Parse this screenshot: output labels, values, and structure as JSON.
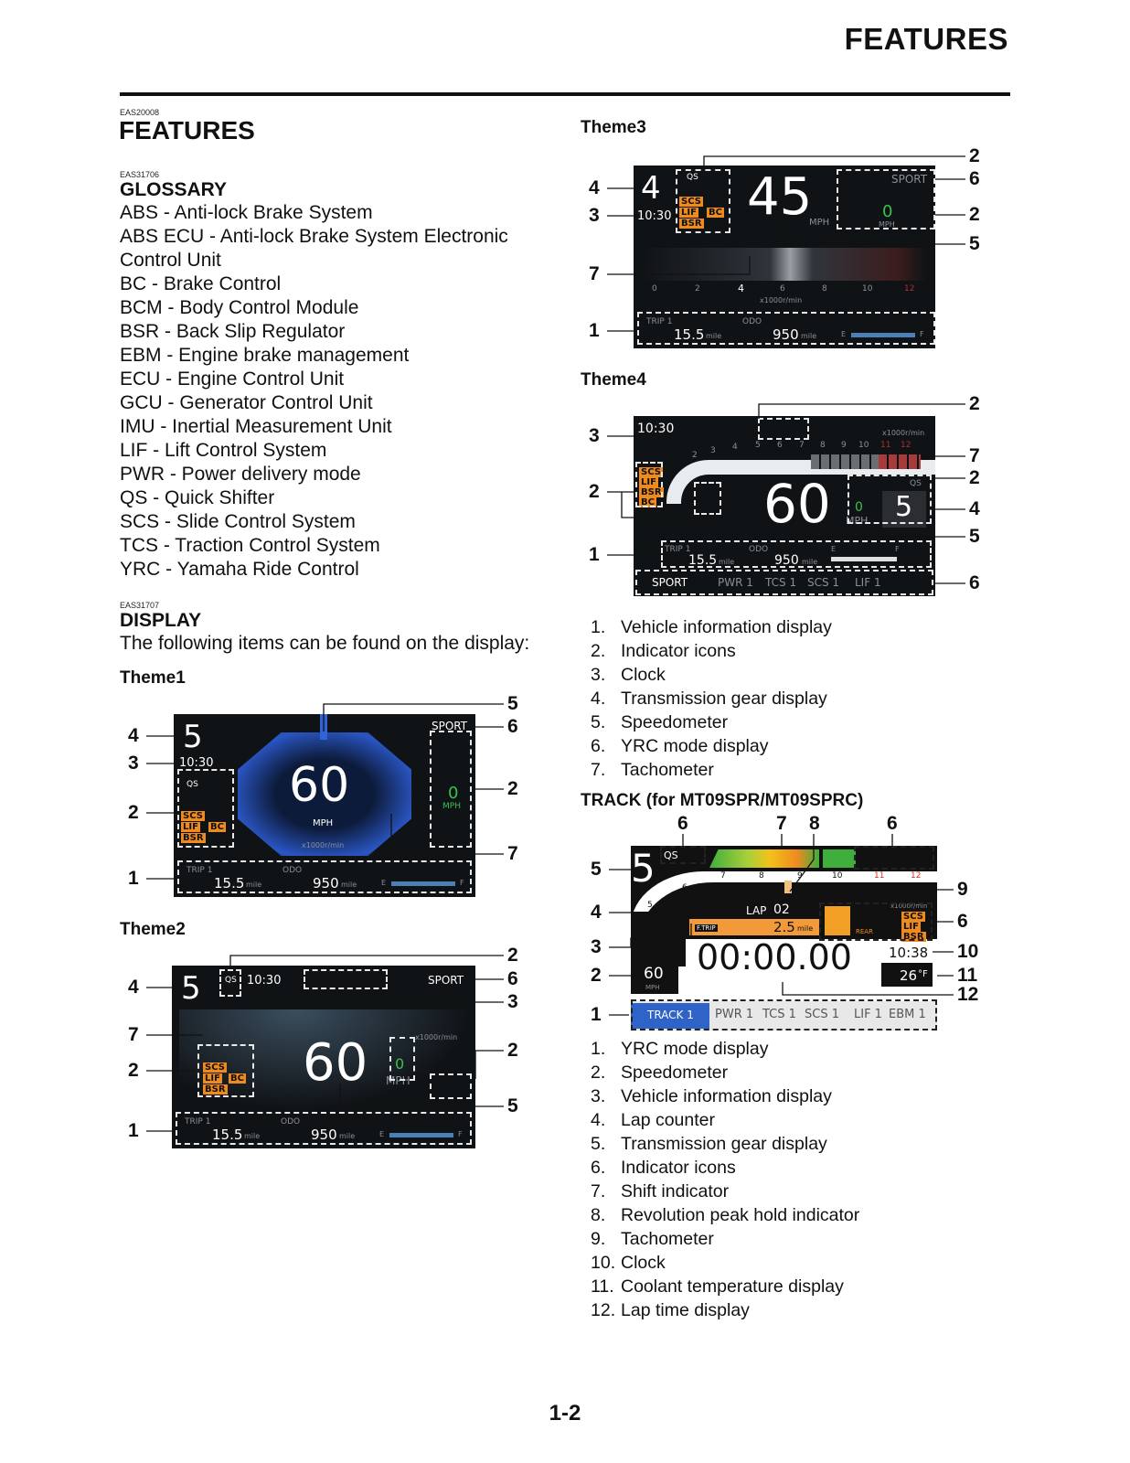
{
  "header": {
    "title": "FEATURES"
  },
  "section": {
    "code": "EAS20008",
    "title": "FEATURES"
  },
  "glossary": {
    "code": "EAS31706",
    "title": "GLOSSARY",
    "items": [
      "ABS - Anti-lock Brake System",
      "ABS ECU - Anti-lock Brake System Electronic",
      "Control Unit",
      "BC - Brake Control",
      "BCM - Body Control Module",
      "BSR - Back Slip Regulator",
      "EBM - Engine brake management",
      "ECU - Engine Control Unit",
      "GCU - Generator Control Unit",
      "IMU - Inertial Measurement Unit",
      "LIF - Lift Control System",
      "PWR - Power delivery mode",
      "QS - Quick Shifter",
      "SCS - Slide Control System",
      "TCS - Traction Control System",
      "YRC - Yamaha Ride Control"
    ]
  },
  "display": {
    "code": "EAS31707",
    "title": "DISPLAY",
    "intro": "The following items can be found on the display:"
  },
  "themes": {
    "theme1": {
      "caption": "Theme1",
      "gear": "5",
      "clock": "10:30",
      "speed": "60",
      "unit": "MPH",
      "yrc": "SPORT",
      "trip_label": "TRIP 1",
      "trip_value": "15.5",
      "trip_unit": "mile",
      "odo_label": "ODO",
      "odo_value": "950",
      "odo_unit": "mile",
      "tach_unit": "x1000r/min",
      "qs": "QS",
      "scs": "SCS",
      "lif": "LIF",
      "bc": "BC",
      "bsr": "BSR",
      "tcs_value": "0",
      "tcs_unit": "MPH",
      "fuel_e": "E",
      "fuel_f": "F",
      "callouts": [
        "5",
        "6",
        "4",
        "3",
        "2",
        "2",
        "7",
        "1"
      ]
    },
    "theme2": {
      "caption": "Theme2",
      "gear": "5",
      "clock": "10:30",
      "speed": "60",
      "unit": "MPH",
      "yrc": "SPORT",
      "trip_label": "TRIP 1",
      "trip_value": "15.5",
      "trip_unit": "mile",
      "odo_label": "ODO",
      "odo_value": "950",
      "odo_unit": "mile",
      "tach_unit": "x1000r/min",
      "qs": "QS",
      "scs": "SCS",
      "lif": "LIF",
      "bc": "BC",
      "bsr": "BSR",
      "tcs_value": "0",
      "fuel_e": "E",
      "fuel_f": "F",
      "callouts": [
        "2",
        "6",
        "4",
        "3",
        "7",
        "2",
        "2",
        "5",
        "1"
      ]
    },
    "theme3": {
      "caption": "Theme3",
      "gear": "4",
      "clock": "10:30",
      "speed": "45",
      "unit": "MPH",
      "yrc": "SPORT",
      "trip_label": "TRIP 1",
      "trip_value": "15.5",
      "trip_unit": "mile",
      "odo_label": "ODO",
      "odo_value": "950",
      "odo_unit": "mile",
      "tach_unit": "x1000r/min",
      "tach_ticks": [
        "0",
        "2",
        "4",
        "6",
        "8",
        "10",
        "12"
      ],
      "qs": "QS",
      "scs": "SCS",
      "lif": "LIF",
      "bc": "BC",
      "bsr": "BSR",
      "tcs_value": "0",
      "tcs_unit": "MPH",
      "fuel_e": "E",
      "fuel_f": "F",
      "callouts": [
        "2",
        "4",
        "6",
        "3",
        "2",
        "5",
        "7",
        "1"
      ]
    },
    "theme4": {
      "caption": "Theme4",
      "gear": "5",
      "clock": "10:30",
      "speed": "60",
      "unit": "MPH",
      "qs": "QS",
      "trip_label": "TRIP 1",
      "trip_value": "15.5",
      "trip_unit": "mile",
      "odo_label": "ODO",
      "odo_value": "950",
      "odo_unit": "mile",
      "tach_unit": "x1000r/min",
      "tach_ticks": [
        "2",
        "3",
        "4",
        "5",
        "6",
        "7",
        "8",
        "9",
        "10",
        "11",
        "12"
      ],
      "scs": "SCS",
      "lif": "LIF",
      "bsr": "BSR",
      "bc": "BC",
      "tcs_value": "0",
      "fuel_e": "E",
      "fuel_f": "F",
      "modes": [
        "SPORT",
        "PWR 1",
        "TCS 1",
        "SCS 1",
        "LIF 1"
      ],
      "callouts": [
        "2",
        "3",
        "7",
        "2",
        "2",
        "4",
        "5",
        "1",
        "6"
      ]
    },
    "legend": [
      "Vehicle information display",
      "Indicator icons",
      "Clock",
      "Transmission gear display",
      "Speedometer",
      "YRC mode display",
      "Tachometer"
    ],
    "legend_nums": [
      "1.",
      "2.",
      "3.",
      "4.",
      "5.",
      "6.",
      "7."
    ]
  },
  "track": {
    "caption": "TRACK (for MT09SPR/MT09SPRC)",
    "gear": "5",
    "qs": "QS",
    "lap_label": "LAP",
    "lap_value": "02",
    "ftrip_label": "F.TRIP",
    "ftrip_value": "2.5",
    "ftrip_unit": "mile",
    "lap_time": "00:00.00",
    "clock": "10:38",
    "temp": "26",
    "temp_unit": "°F",
    "speed": "60",
    "speed_unit": "MPH",
    "rear": "REAR",
    "scs": "SCS",
    "lif": "LIF",
    "bsr": "BSR",
    "tach_unit": "x1000r/min",
    "tach_ticks": [
      "5",
      "6",
      "7",
      "8",
      "9",
      "10",
      "11",
      "12"
    ],
    "modes": [
      "TRACK 1",
      "PWR 1",
      "TCS 1",
      "SCS 1",
      "LIF 1",
      "EBM 1"
    ],
    "callouts": [
      "6",
      "7",
      "8",
      "6",
      "5",
      "9",
      "4",
      "6",
      "3",
      "10",
      "2",
      "11",
      "12",
      "1"
    ],
    "legend": [
      "YRC mode display",
      "Speedometer",
      "Vehicle information display",
      "Lap counter",
      "Transmission gear display",
      "Indicator icons",
      "Shift indicator",
      "Revolution peak hold indicator",
      "Tachometer",
      "Clock",
      "Coolant temperature display",
      "Lap time display"
    ],
    "legend_nums": [
      "1.",
      "2.",
      "3.",
      "4.",
      "5.",
      "6.",
      "7.",
      "8.",
      "9.",
      "10.",
      "11.",
      "12."
    ]
  },
  "footer": {
    "page": "1-2"
  }
}
